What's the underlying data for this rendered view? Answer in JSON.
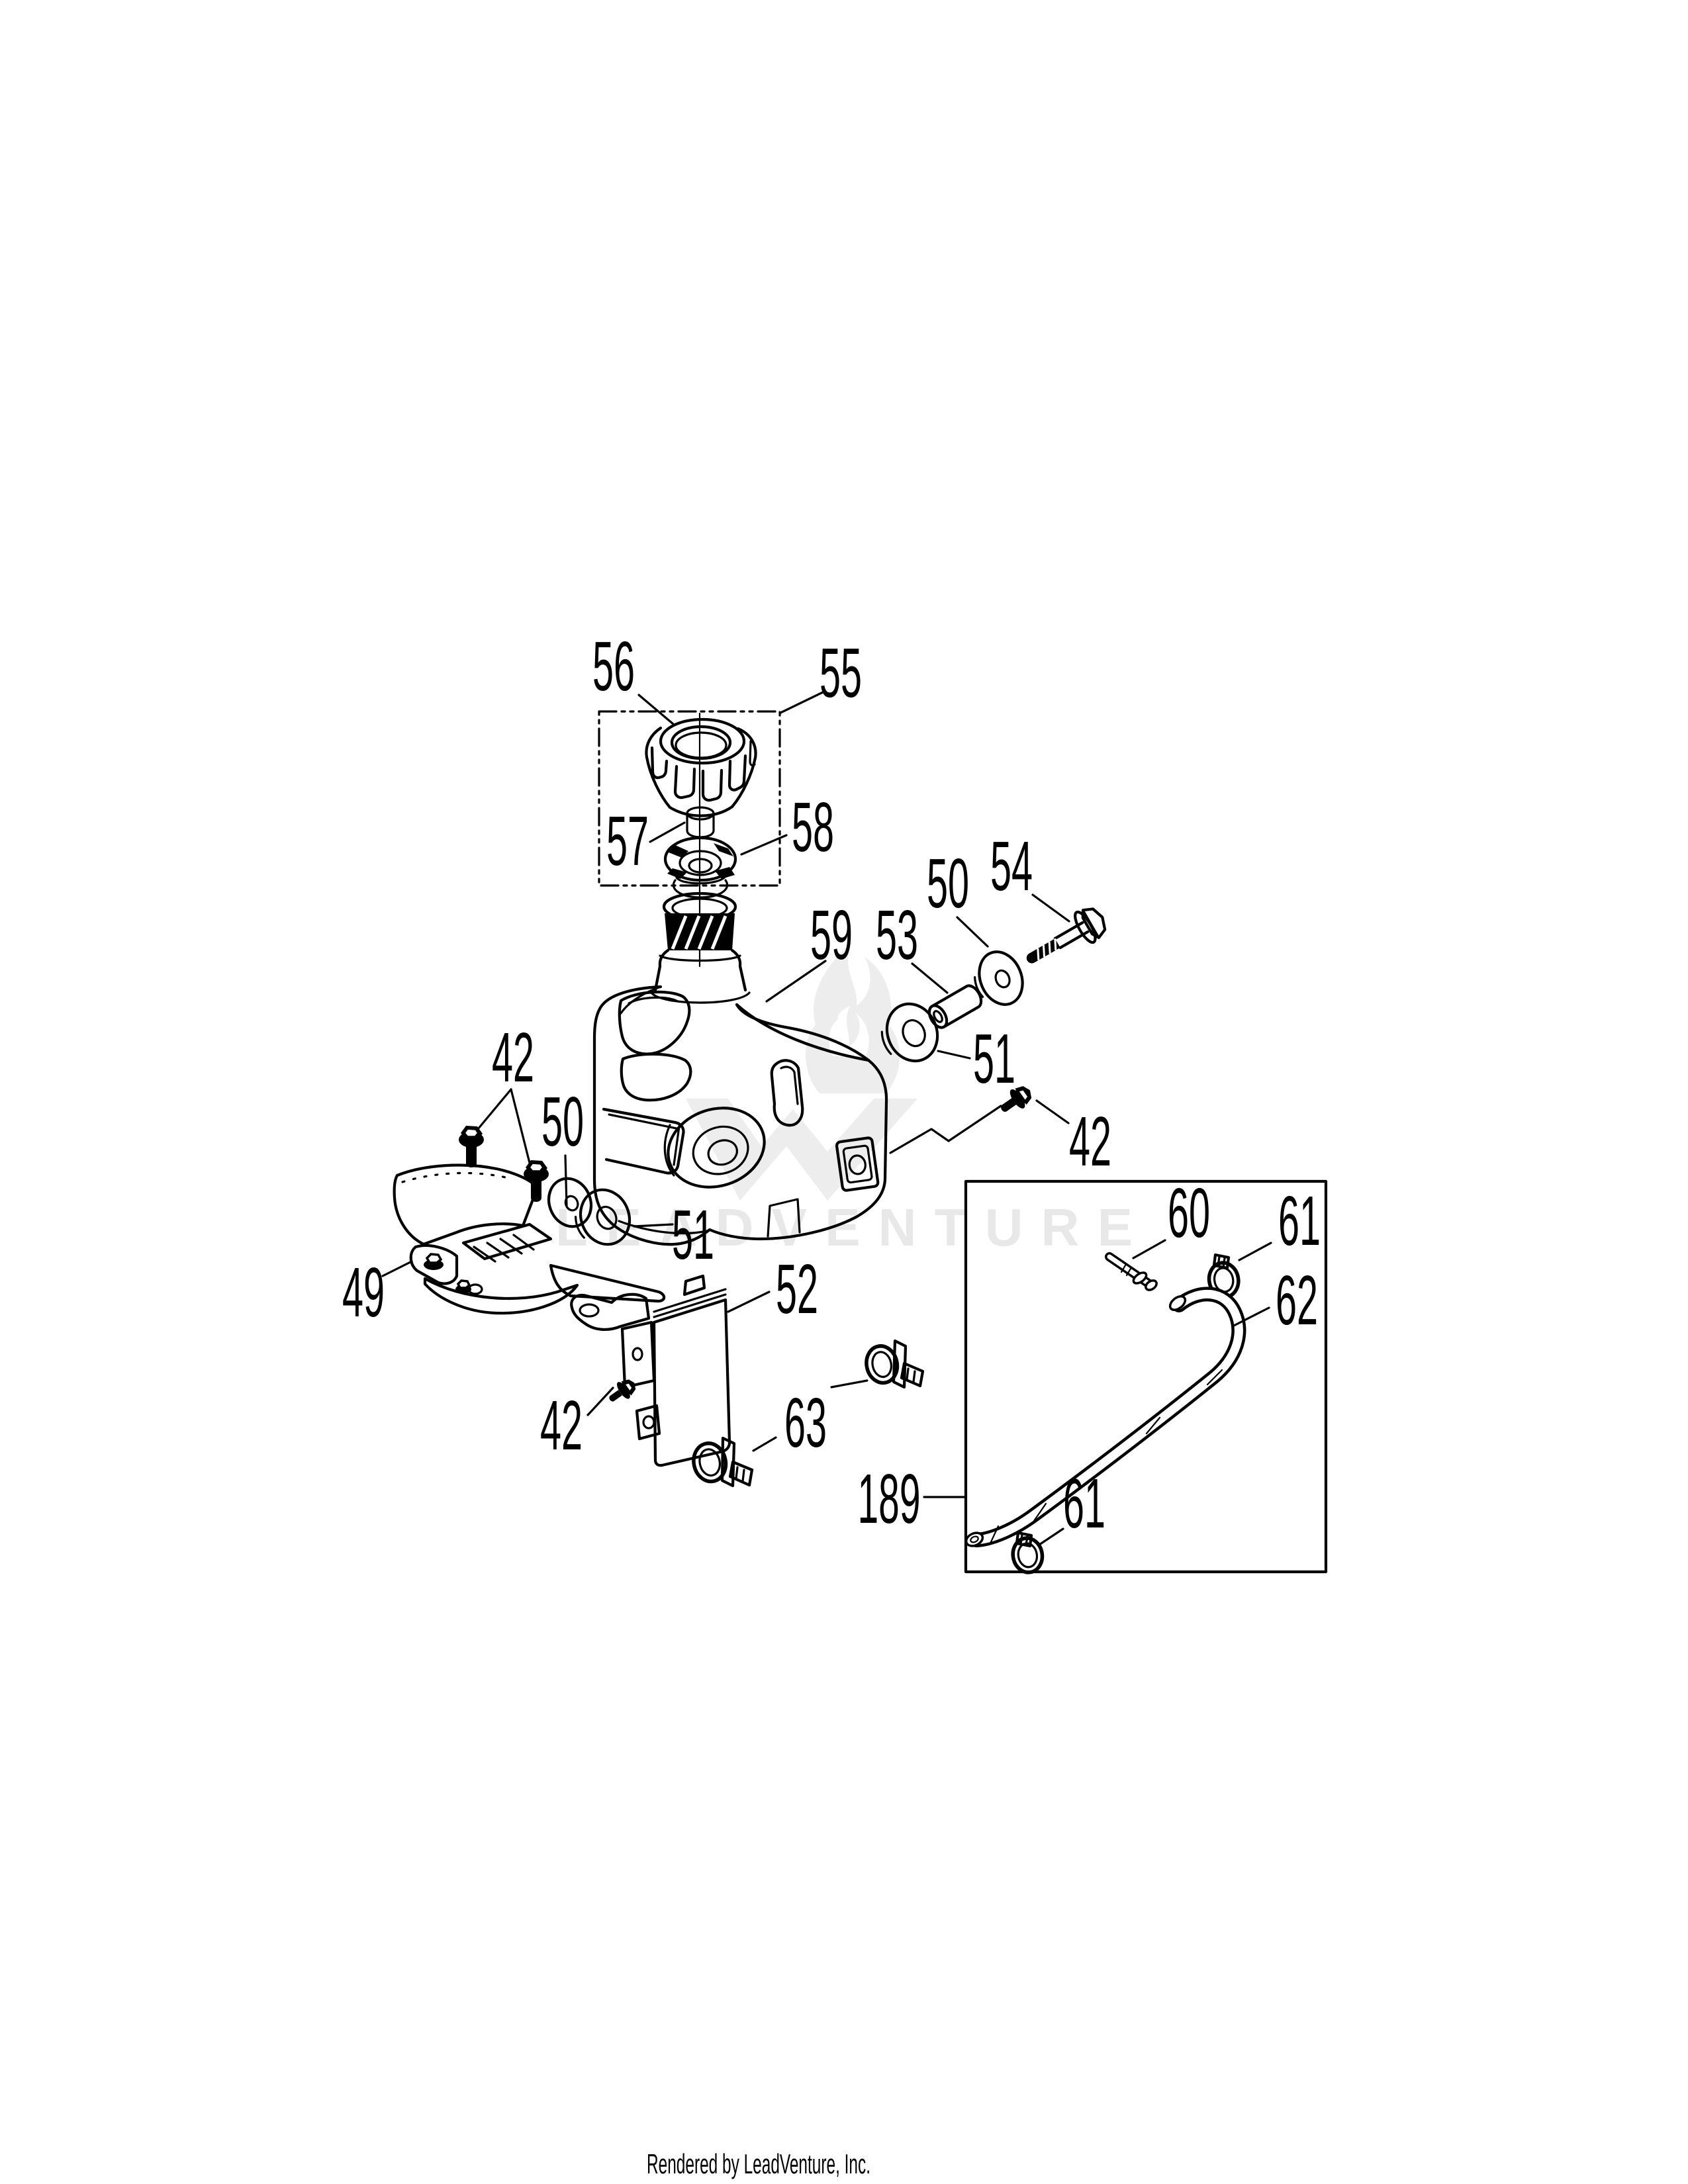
{
  "page": {
    "background_color": "#ffffff",
    "line_color": "#000000",
    "watermark_color": "#e8e8e8"
  },
  "watermark": {
    "text": "LEADVENTURE"
  },
  "footer": {
    "text": "Rendered by LeadVenture, Inc."
  },
  "callouts": {
    "fuel_cap": "56",
    "cap_assembly_box": "55",
    "cap_gasket": "57",
    "cap_valve": "58",
    "fuel_tank": "59",
    "spacer_bushing": "53",
    "washer_top_right": "50",
    "hex_bolt": "54",
    "washer_right": "51",
    "screw_tank_right": "42",
    "screws_shield": "42",
    "washer_left": "50",
    "washer_center": "51",
    "heat_shield": "49",
    "bracket_plate": "52",
    "screw_bracket": "42",
    "hose_clips": "63",
    "fuel_line_assembly": "189",
    "fuel_pipe": "60",
    "clamp_upper": "61",
    "fuel_hose": "62",
    "clamp_lower": "61"
  }
}
